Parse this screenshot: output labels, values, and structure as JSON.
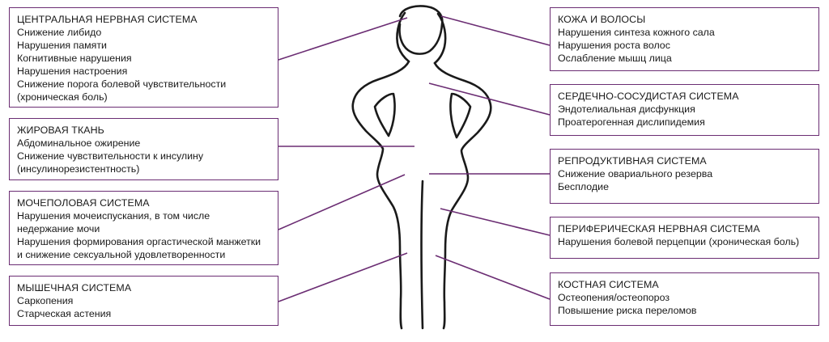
{
  "colors": {
    "accent": "#6b2d73",
    "outline": "#1a1a1a",
    "text": "#1a1a1a",
    "background": "#ffffff"
  },
  "left_boxes": [
    {
      "id": "cns",
      "title": "ЦЕНТРАЛЬНАЯ НЕРВНАЯ СИСТЕМА",
      "lines": [
        "Снижение либидо",
        "Нарушения памяти",
        "Когнитивные нарушения",
        "Нарушения настроения",
        "Снижение порога болевой чувствительности",
        "(хроническая боль)"
      ]
    },
    {
      "id": "fat",
      "title": "ЖИРОВАЯ ТКАНЬ",
      "lines": [
        "Абдоминальное ожирение",
        "Снижение чувствительности к инсулину",
        "(инсулинорезистентность)"
      ]
    },
    {
      "id": "urogenital",
      "title": "МОЧЕПОЛОВАЯ СИСТЕМА",
      "lines": [
        "Нарушения мочеиспускания, в том числе",
        "недержание мочи",
        "Нарушения формирования оргастической манжетки",
        "и снижение сексуальной удовлетворенности"
      ]
    },
    {
      "id": "muscle",
      "title": "МЫШЕЧНАЯ СИСТЕМА",
      "lines": [
        "Саркопения",
        "Старческая астения"
      ]
    }
  ],
  "right_boxes": [
    {
      "id": "skin",
      "title": "КОЖА И ВОЛОСЫ",
      "lines": [
        "Нарушения синтеза кожного сала",
        "Нарушения роста волос",
        "Ослабление мышц лица"
      ]
    },
    {
      "id": "cardio",
      "title": "СЕРДЕЧНО-СОСУДИСТАЯ СИСТЕМА",
      "lines": [
        "Эндотелиальная дисфункция",
        "Проатерогенная дислипидемия"
      ]
    },
    {
      "id": "reproductive",
      "title": "РЕПРОДУКТИВНАЯ СИСТЕМА",
      "lines": [
        "Снижение овариального резерва",
        "Бесплодие"
      ]
    },
    {
      "id": "pns",
      "title": "ПЕРИФЕРИЧЕСКАЯ НЕРВНАЯ СИСТЕМА",
      "lines": [
        "Нарушения болевой перцепции (хроническая боль)"
      ]
    },
    {
      "id": "bone",
      "title": "КОСТНАЯ СИСТЕМА",
      "lines": [
        "Остеопения/остеопороз",
        "Повышение риска переломов"
      ]
    }
  ]
}
